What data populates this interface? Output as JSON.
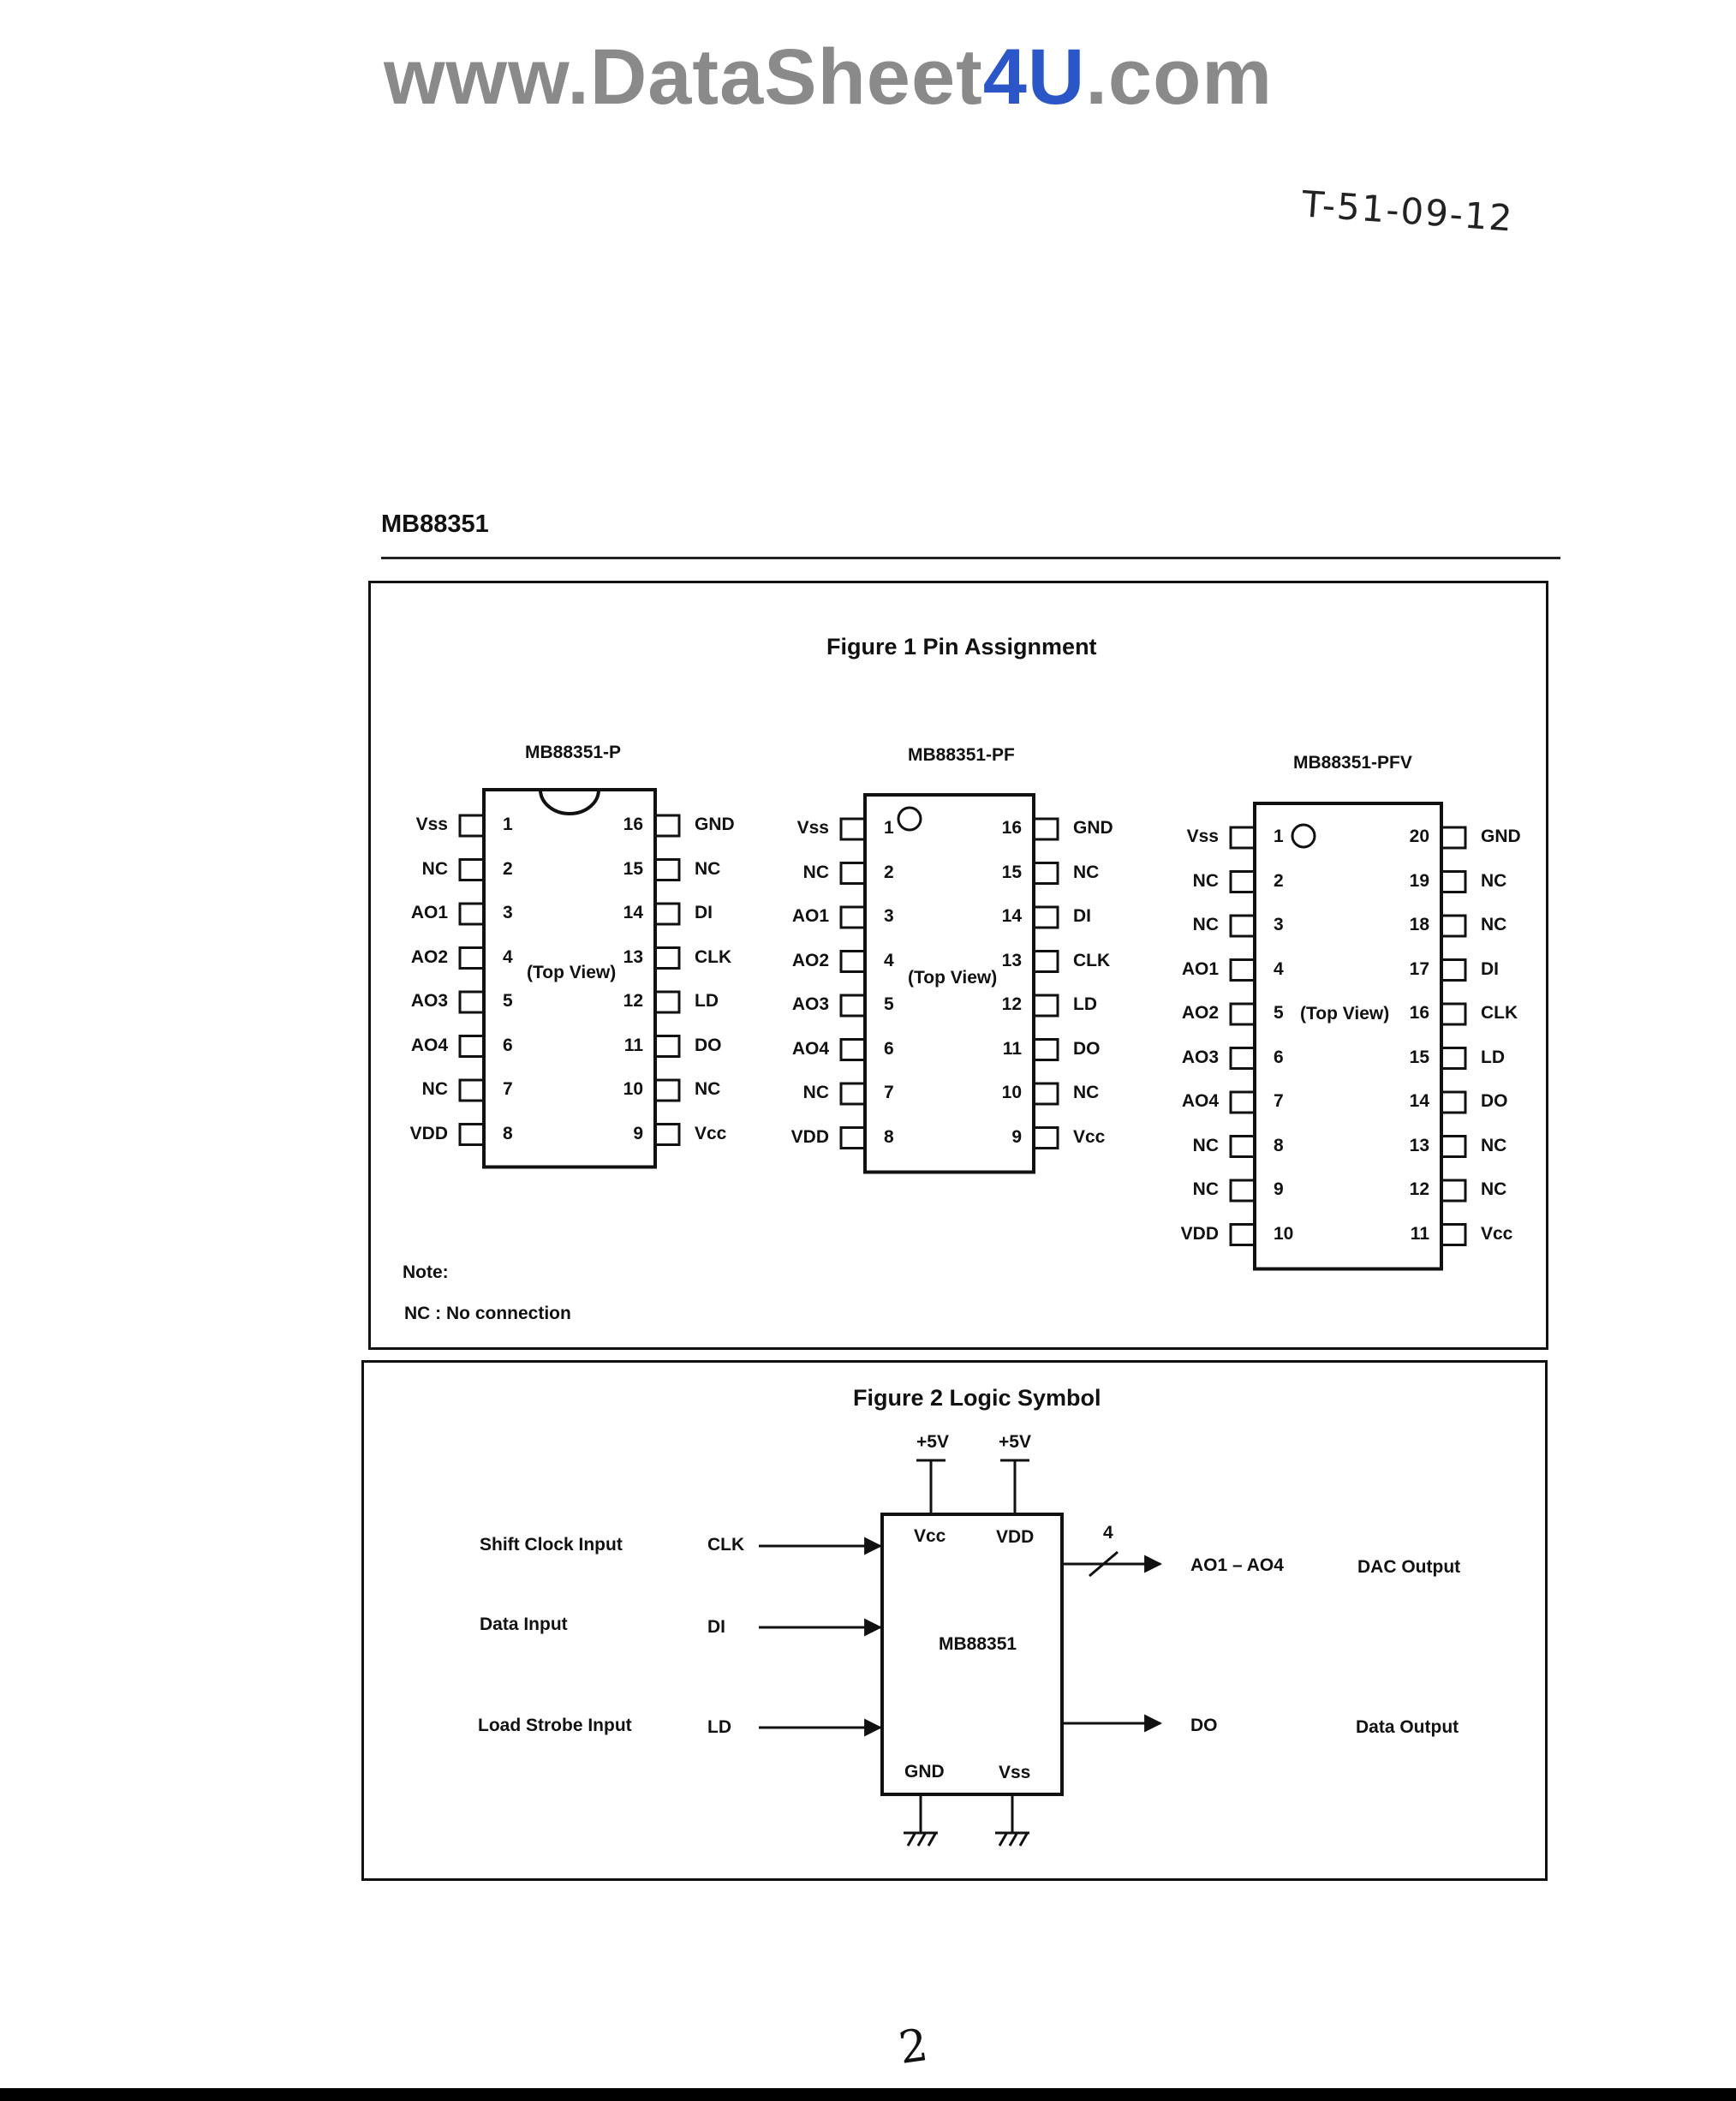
{
  "watermark": {
    "prefix": "www.DataSheet",
    "highlight": "4U",
    "suffix": ".com"
  },
  "handwritten_code": "T-51-09-12",
  "doc_title": "MB88351",
  "figure1": {
    "title": "Figure 1  Pin Assignment",
    "top_view": "(Top View)",
    "packages": [
      {
        "name": "MB88351-P",
        "left": [
          [
            "Vss",
            "1"
          ],
          [
            "NC",
            "2"
          ],
          [
            "AO1",
            "3"
          ],
          [
            "AO2",
            "4"
          ],
          [
            "AO3",
            "5"
          ],
          [
            "AO4",
            "6"
          ],
          [
            "NC",
            "7"
          ],
          [
            "VDD",
            "8"
          ]
        ],
        "right": [
          [
            "16",
            "GND"
          ],
          [
            "15",
            "NC"
          ],
          [
            "14",
            "DI"
          ],
          [
            "13",
            "CLK"
          ],
          [
            "12",
            "LD"
          ],
          [
            "11",
            "DO"
          ],
          [
            "10",
            "NC"
          ],
          [
            "9",
            "Vcc"
          ]
        ]
      },
      {
        "name": "MB88351-PF",
        "left": [
          [
            "Vss",
            "1"
          ],
          [
            "NC",
            "2"
          ],
          [
            "AO1",
            "3"
          ],
          [
            "AO2",
            "4"
          ],
          [
            "AO3",
            "5"
          ],
          [
            "AO4",
            "6"
          ],
          [
            "NC",
            "7"
          ],
          [
            "VDD",
            "8"
          ]
        ],
        "right": [
          [
            "16",
            "GND"
          ],
          [
            "15",
            "NC"
          ],
          [
            "14",
            "DI"
          ],
          [
            "13",
            "CLK"
          ],
          [
            "12",
            "LD"
          ],
          [
            "11",
            "DO"
          ],
          [
            "10",
            "NC"
          ],
          [
            "9",
            "Vcc"
          ]
        ]
      },
      {
        "name": "MB88351-PFV",
        "left": [
          [
            "Vss",
            "1"
          ],
          [
            "NC",
            "2"
          ],
          [
            "NC",
            "3"
          ],
          [
            "AO1",
            "4"
          ],
          [
            "AO2",
            "5"
          ],
          [
            "AO3",
            "6"
          ],
          [
            "AO4",
            "7"
          ],
          [
            "NC",
            "8"
          ],
          [
            "NC",
            "9"
          ],
          [
            "VDD",
            "10"
          ]
        ],
        "right": [
          [
            "20",
            "GND"
          ],
          [
            "19",
            "NC"
          ],
          [
            "18",
            "NC"
          ],
          [
            "17",
            "DI"
          ],
          [
            "16",
            "CLK"
          ],
          [
            "15",
            "LD"
          ],
          [
            "14",
            "DO"
          ],
          [
            "13",
            "NC"
          ],
          [
            "12",
            "NC"
          ],
          [
            "11",
            "Vcc"
          ]
        ]
      }
    ],
    "note_label": "Note:",
    "note_text": "NC : No connection"
  },
  "figure2": {
    "title": "Figure 2  Logic Symbol",
    "supply1": "+5V",
    "supply2": "+5V",
    "chip": "MB88351",
    "pin_vcc": "Vcc",
    "pin_vdd": "VDD",
    "pin_gnd": "GND",
    "pin_vss": "Vss",
    "bus_width": "4",
    "inputs": [
      {
        "desc": "Shift Clock Input",
        "pin": "CLK"
      },
      {
        "desc": "Data Input",
        "pin": "DI"
      },
      {
        "desc": "Load Strobe Input",
        "pin": "LD"
      }
    ],
    "outputs": [
      {
        "pin": "AO1 – AO4",
        "desc": "DAC Output"
      },
      {
        "pin": "DO",
        "desc": "Data Output"
      }
    ]
  },
  "page_number": "2"
}
